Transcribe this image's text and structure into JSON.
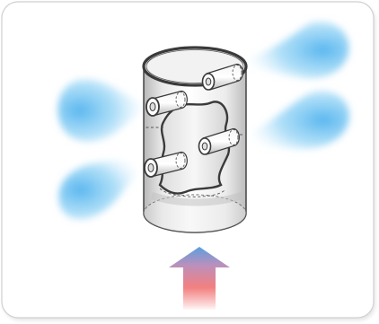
{
  "diagram": {
    "subject": "cylinder-with-nozzles-and-inner-wall",
    "colors": {
      "panel_fill": "#ffffff",
      "panel_stroke": "#d4d4d4",
      "panel_shadow": "#e6e6e6",
      "cylinder_stroke": "#3a3a3a",
      "cylinder_fill_light": "#ffffff",
      "cylinder_fill_shade": "#c9c9c9",
      "spray": "#5bbcf0",
      "arrow_top": "#5a9fe0",
      "arrow_bottom": "#f05a5a"
    },
    "nozzles": [
      {
        "name": "nozzle-top-right",
        "direction": "right"
      },
      {
        "name": "nozzle-upper-left",
        "direction": "left"
      },
      {
        "name": "nozzle-middle-right",
        "direction": "right"
      },
      {
        "name": "nozzle-lower-left",
        "direction": "left"
      }
    ],
    "sprays": [
      {
        "name": "spray-top-right",
        "side": "right"
      },
      {
        "name": "spray-upper-left",
        "side": "left"
      },
      {
        "name": "spray-middle-right",
        "side": "right"
      },
      {
        "name": "spray-lower-left",
        "side": "left"
      }
    ],
    "flow_arrow": {
      "direction": "up"
    }
  }
}
